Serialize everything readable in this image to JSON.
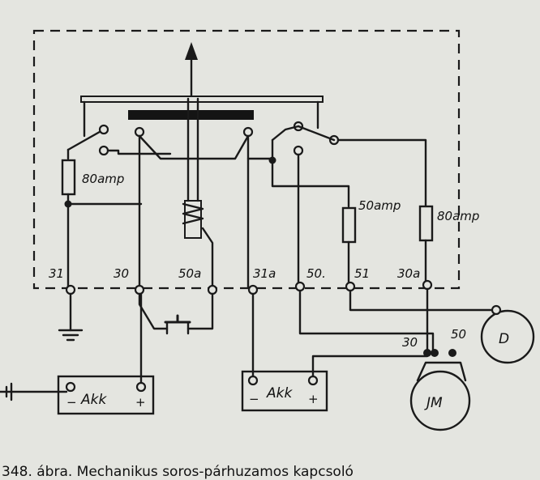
{
  "labels": {
    "fuse_80_left": "80amp",
    "fuse_50": "50amp",
    "fuse_80_right": "80amp",
    "t31": "31",
    "t30": "30",
    "t50a": "50a",
    "t31a": "31a",
    "t50": "50.",
    "t51": "51",
    "t30a": "30a",
    "motor_30": "30",
    "motor_50": "50",
    "dynamo": "D",
    "motor": "JM",
    "battery1": "Akk",
    "battery2": "Akk",
    "minus": "−",
    "plus": "+"
  },
  "caption": "348. ábra. Mechanikus soros-párhuzamos kapcsoló"
}
